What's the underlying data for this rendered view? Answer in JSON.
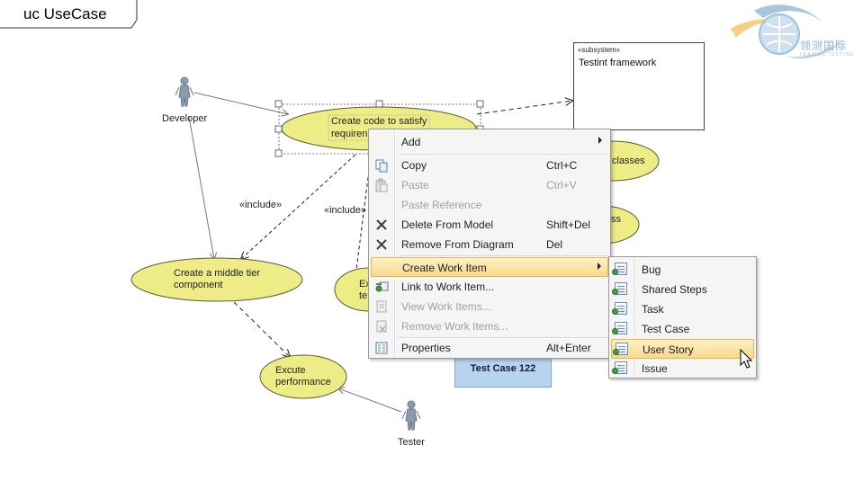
{
  "diagram": {
    "frame_title": "uc UseCase",
    "subsystem": {
      "stereotype": "«subsystem»",
      "name": "Testint framework"
    },
    "actors": {
      "developer": "Developer",
      "tester": "Tester"
    },
    "use_cases": {
      "create_code": [
        "Create code to satisfy",
        "requiren"
      ],
      "middle_tier": [
        "Create a middle tier",
        "component"
      ],
      "excute_performance": [
        "Excute",
        "performance"
      ],
      "classes_fragment": "classes",
      "ss_fragment": "ss",
      "exe_fragment": [
        "Ex",
        "te"
      ]
    },
    "include_labels": [
      "«include»",
      "«include»"
    ],
    "test_case_box": "Test Case 122"
  },
  "logo": {
    "name": "领测国际",
    "sub": "LEADING TESTING"
  },
  "context_menu": {
    "items": [
      {
        "label": "Add",
        "shortcut": "",
        "submenu": true,
        "enabled": true,
        "icon": ""
      },
      {
        "label": "Copy",
        "shortcut": "Ctrl+C",
        "submenu": false,
        "enabled": true,
        "icon": "copy-icon"
      },
      {
        "label": "Paste",
        "shortcut": "Ctrl+V",
        "submenu": false,
        "enabled": false,
        "icon": "paste-icon"
      },
      {
        "label": "Paste Reference",
        "shortcut": "",
        "submenu": false,
        "enabled": false,
        "icon": ""
      },
      {
        "label": "Delete From Model",
        "shortcut": "Shift+Del",
        "submenu": false,
        "enabled": true,
        "icon": "delete-x-icon"
      },
      {
        "label": "Remove From Diagram",
        "shortcut": "Del",
        "submenu": false,
        "enabled": true,
        "icon": "remove-x-icon"
      },
      {
        "label": "Create Work Item",
        "shortcut": "",
        "submenu": true,
        "enabled": true,
        "icon": "",
        "highlighted": true
      },
      {
        "label": "Link to Work Item...",
        "shortcut": "",
        "submenu": false,
        "enabled": true,
        "icon": "link-work-item-icon"
      },
      {
        "label": "View Work Items...",
        "shortcut": "",
        "submenu": false,
        "enabled": false,
        "icon": "view-work-items-icon"
      },
      {
        "label": "Remove Work Items...",
        "shortcut": "",
        "submenu": false,
        "enabled": false,
        "icon": "remove-work-items-icon"
      },
      {
        "label": "Properties",
        "shortcut": "Alt+Enter",
        "submenu": false,
        "enabled": true,
        "icon": "properties-icon"
      }
    ]
  },
  "work_item_submenu": {
    "items": [
      {
        "label": "Bug",
        "highlighted": false
      },
      {
        "label": "Shared Steps",
        "highlighted": false
      },
      {
        "label": "Task",
        "highlighted": false
      },
      {
        "label": "Test Case",
        "highlighted": false
      },
      {
        "label": "User Story",
        "highlighted": true
      },
      {
        "label": "Issue",
        "highlighted": false
      }
    ]
  },
  "colors": {
    "use_case_fill": "#eeec86",
    "use_case_stroke": "#5a5a30",
    "actor": "#8a9bad",
    "highlight": "#f7d98a",
    "test_case_fill": "#b6d3ef"
  }
}
